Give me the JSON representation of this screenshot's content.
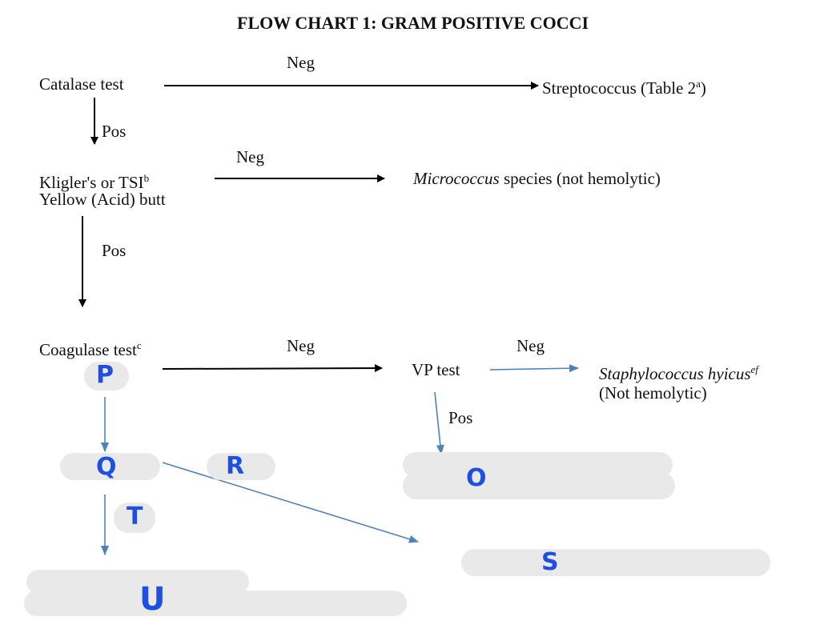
{
  "title": "FLOW CHART 1: GRAM POSITIVE COCCI",
  "nodes": {
    "catalase": "Catalase test",
    "strep": "Streptococcus (Table 2",
    "strep_sup": "a",
    "strep_close": ")",
    "kligler_line1": "Kligler's or TSI",
    "kligler_sup": "b",
    "kligler_line2": "Yellow (Acid) butt",
    "micrococcus_italic": "Micrococcus",
    "micrococcus_rest": " species (not hemolytic)",
    "coagulase": "Coagulase test",
    "coagulase_sup": "c",
    "vp": "VP test",
    "hyicus_italic": "Staphylococcus hyicus",
    "hyicus_sup": "ef",
    "hyicus_line2": "(Not hemolytic)"
  },
  "edge_labels": {
    "neg1": "Neg",
    "pos1": "Pos",
    "neg2": "Neg",
    "pos2": "Pos",
    "neg3": "Neg",
    "neg4": "Neg",
    "pos3": "Pos"
  },
  "handwritten": {
    "P": "P",
    "Q": "Q",
    "R": "R",
    "O": "O",
    "S": "S",
    "T": "T",
    "U": "U"
  },
  "colors": {
    "black_arrow": "#000000",
    "blue_arrow": "#4f81bd",
    "handwriting": "#1f4fe0",
    "redaction": "#e9e9e9"
  }
}
